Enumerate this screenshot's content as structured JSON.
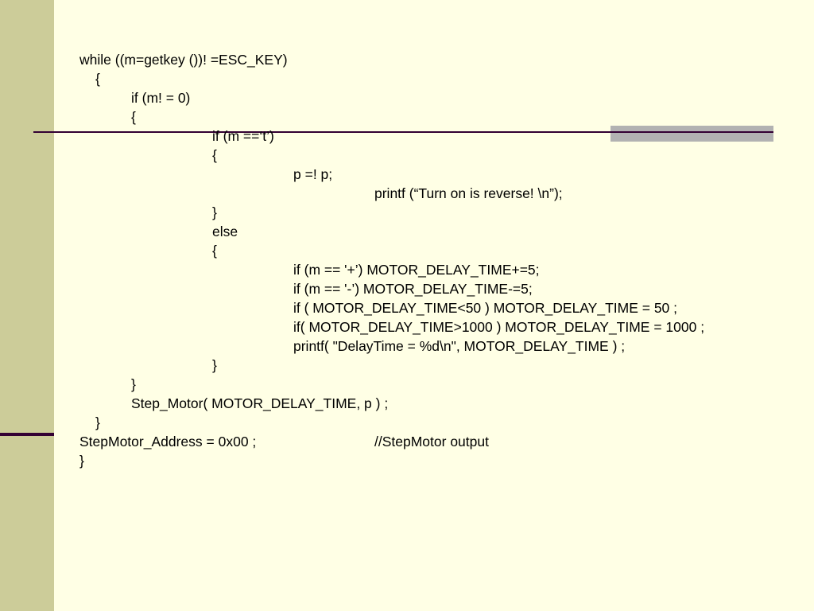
{
  "slide": {
    "colors": {
      "background": "#FFFFE5",
      "left_band": "#CCCC99",
      "rule": "#330033",
      "accent_bar": "#B2B2B2",
      "text": "#000000"
    },
    "code_lines": [
      "while ((m=getkey ())! =ESC_KEY)",
      "{",
      "if (m! = 0)",
      "{",
      "if (m ==‘t’)",
      "{",
      "p =! p;",
      "printf (“Turn on is reverse! \\n”);",
      "}",
      "else",
      "{",
      "if (m == '+’) MOTOR_DELAY_TIME+=5;",
      "if (m == '-’) MOTOR_DELAY_TIME-=5;",
      "if ( MOTOR_DELAY_TIME<50 ) MOTOR_DELAY_TIME = 50 ;",
      "if( MOTOR_DELAY_TIME>1000 ) MOTOR_DELAY_TIME = 1000 ;",
      "printf( \"DelayTime = %d\\n\", MOTOR_DELAY_TIME ) ;",
      "}",
      "}",
      "Step_Motor( MOTOR_DELAY_TIME, p ) ;",
      "}",
      "StepMotor_Address = 0x00 ;",
      "}"
    ],
    "comment": "//StepMotor output"
  }
}
